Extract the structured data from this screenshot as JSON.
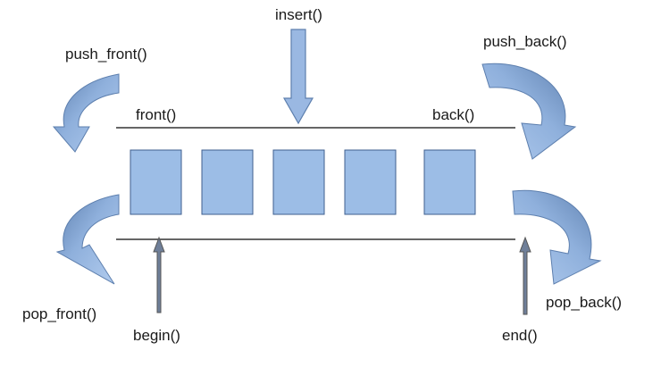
{
  "labels": {
    "insert": "insert()",
    "push_front": "push_front()",
    "push_back": "push_back()",
    "front": "front()",
    "back": "back()",
    "pop_front": "pop_front()",
    "pop_back": "pop_back()",
    "begin": "begin()",
    "end": "end()"
  },
  "colors": {
    "box_fill": "#9cbde6",
    "box_stroke": "#3f5f8f",
    "arrow_fill": "#9ab8e2",
    "arrow_dark": "#5d7fae",
    "line": "#333333"
  }
}
